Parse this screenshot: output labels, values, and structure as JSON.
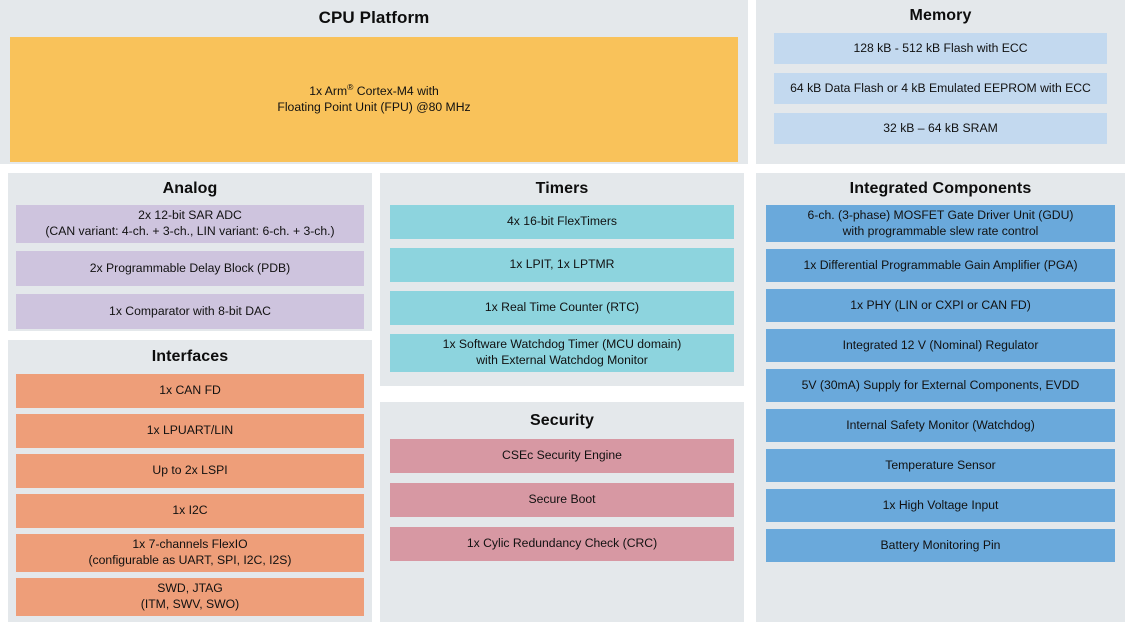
{
  "colors": {
    "page_background": "#ffffff",
    "panel_background": "#e4e8eb",
    "cpu_block": "#f9c25a",
    "memory_block": "#c3d9ef",
    "analog_block": "#cec4de",
    "interfaces_block": "#ee9e79",
    "timers_block": "#8dd4de",
    "security_block": "#d798a3",
    "integrated_block": "#6aa9db",
    "text": "#111111"
  },
  "panels": {
    "cpu": {
      "title": "CPU Platform",
      "blocks": [
        {
          "line1": "1x Arm® Cortex-M4 with",
          "line2": "Floating Point Unit (FPU) @80 MHz"
        }
      ]
    },
    "memory": {
      "title": "Memory",
      "blocks": [
        {
          "line1": "128 kB - 512 kB Flash with ECC"
        },
        {
          "line1": "64 kB Data Flash or 4 kB Emulated EEPROM with ECC"
        },
        {
          "line1": "32 kB – 64 kB SRAM"
        }
      ]
    },
    "analog": {
      "title": "Analog",
      "blocks": [
        {
          "line1": "2x 12-bit SAR ADC",
          "line2": "(CAN variant: 4-ch. + 3-ch., LIN variant: 6-ch. + 3-ch.)"
        },
        {
          "line1": "2x Programmable Delay Block (PDB)"
        },
        {
          "line1": "1x Comparator with 8-bit DAC"
        }
      ]
    },
    "interfaces": {
      "title": "Interfaces",
      "blocks": [
        {
          "line1": "1x CAN FD"
        },
        {
          "line1": "1x LPUART/LIN"
        },
        {
          "line1": "Up to 2x LSPI"
        },
        {
          "line1": "1x I2C"
        },
        {
          "line1": "1x 7-channels FlexIO",
          "line2": "(configurable as UART, SPI, I2C, I2S)"
        },
        {
          "line1": "SWD, JTAG",
          "line2": "(ITM, SWV, SWO)"
        }
      ]
    },
    "timers": {
      "title": "Timers",
      "blocks": [
        {
          "line1": "4x 16-bit FlexTimers"
        },
        {
          "line1": "1x LPIT, 1x LPTMR"
        },
        {
          "line1": "1x Real Time Counter (RTC)"
        },
        {
          "line1": "1x Software Watchdog Timer (MCU domain)",
          "line2": "with External Watchdog Monitor"
        }
      ]
    },
    "security": {
      "title": "Security",
      "blocks": [
        {
          "line1": "CSEc Security Engine"
        },
        {
          "line1": "Secure Boot"
        },
        {
          "line1": "1x Cylic Redundancy Check (CRC)"
        }
      ]
    },
    "integrated": {
      "title": "Integrated Components",
      "blocks": [
        {
          "line1": "6-ch. (3-phase) MOSFET Gate Driver Unit (GDU)",
          "line2": "with programmable slew rate control"
        },
        {
          "line1": "1x Differential Programmable Gain Amplifier (PGA)"
        },
        {
          "line1": "1x PHY (LIN or CXPI or CAN FD)"
        },
        {
          "line1": "Integrated 12 V (Nominal) Regulator"
        },
        {
          "line1": "5V (30mA) Supply for External Components, EVDD"
        },
        {
          "line1": "Internal Safety Monitor (Watchdog)"
        },
        {
          "line1": "Temperature Sensor"
        },
        {
          "line1": "1x High Voltage Input"
        },
        {
          "line1": "Battery Monitoring Pin"
        }
      ]
    }
  }
}
